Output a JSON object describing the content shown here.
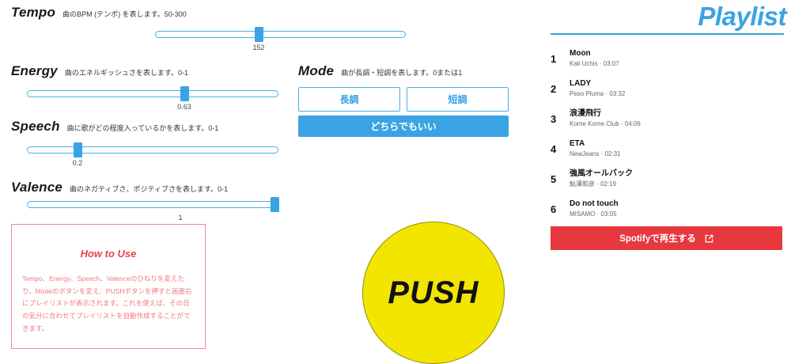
{
  "params": {
    "tempo": {
      "title": "Tempo",
      "desc": "曲のBPM (テンポ) を表します。50-300",
      "value": "152",
      "min": 50,
      "max": 300,
      "percent": 40.8
    },
    "energy": {
      "title": "Energy",
      "desc": "曲のエネルギッシュさを表します。0-1",
      "value": "0.63",
      "min": 0,
      "max": 1,
      "percent": 63
    },
    "speech": {
      "title": "Speech",
      "desc": "曲に歌がどの程度入っているかを表します。0-1",
      "value": "0.2",
      "min": 0,
      "max": 1,
      "percent": 20
    },
    "valence": {
      "title": "Valence",
      "desc": "曲のネガティブさ、ポジティブさを表します。0-1",
      "value": "1",
      "min": 0,
      "max": 1,
      "percent": 100
    }
  },
  "mode": {
    "title": "Mode",
    "desc": "曲が長調・短調を表します。0または1",
    "major_label": "長調",
    "minor_label": "短調",
    "any_label": "どちらでもいい",
    "selected": "どちらでもいい",
    "accent_color": "#3aa3e3"
  },
  "howto": {
    "title": "How to Use",
    "body": "Tempo、Energy、Speech、Valenceのひねりを変えたり、Modeのボタンを変え、PUSHボタンを押すと画面右にプレイリストが表示されます。これを使えば、その日の気分に合わせてプレイリストを自動作成することができます。",
    "border_color": "#f08b92",
    "title_color": "#e8434f",
    "text_color": "#f2787f"
  },
  "push": {
    "label": "PUSH",
    "color": "#f2e500"
  },
  "playlist": {
    "title": "Playlist",
    "accent_color": "#3aa3e3",
    "tracks": [
      {
        "num": "1",
        "name": "Moon",
        "sub": "Kali Uchis · 03:07"
      },
      {
        "num": "2",
        "name": "LADY",
        "sub": "Peso Pluma · 03:32"
      },
      {
        "num": "3",
        "name": "浪漫飛行",
        "sub": "Kome Kome Club · 04:06"
      },
      {
        "num": "4",
        "name": "ETA",
        "sub": "NewJeans · 02:31"
      },
      {
        "num": "5",
        "name": "強風オールバック",
        "sub": "鮎澤和彦 · 02:19"
      },
      {
        "num": "6",
        "name": "Do not touch",
        "sub": "MISAMO · 03:05"
      }
    ],
    "spotify_button": {
      "label": "Spotifyで再生する",
      "icon": "external-link-icon",
      "color": "#e8383f"
    }
  }
}
